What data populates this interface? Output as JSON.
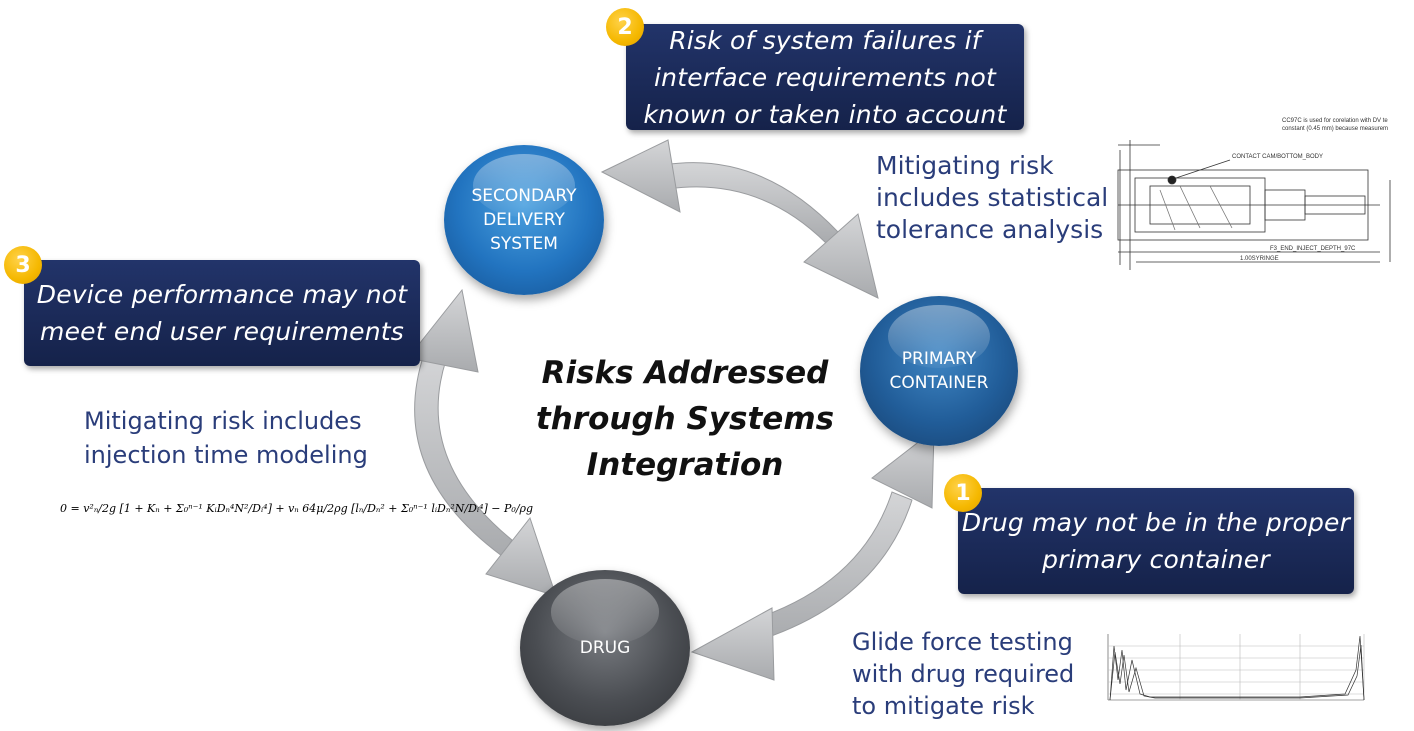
{
  "risks": [
    {
      "number": "1",
      "text": [
        "Drug may not be in the proper",
        "primary container"
      ]
    },
    {
      "number": "2",
      "text": [
        "Risk of system failures if",
        "interface requirements not",
        "known or taken into account"
      ]
    },
    {
      "number": "3",
      "text": [
        "Device performance may not",
        "meet end user requirements"
      ]
    }
  ],
  "nodes": {
    "secondary": [
      "SECONDARY",
      "DELIVERY",
      "SYSTEM"
    ],
    "primary": [
      "PRIMARY",
      "CONTAINER"
    ],
    "drug": [
      "DRUG"
    ]
  },
  "center_title": [
    "Risks Addressed",
    "through Systems",
    "Integration"
  ],
  "mitigations": {
    "tolerance": [
      "Mitigating risk",
      "includes statistical",
      "tolerance analysis"
    ],
    "injection": [
      "Mitigating risk includes",
      "injection time modeling"
    ],
    "glide": [
      "Glide force testing",
      "with drug required",
      "to mitigate risk"
    ]
  },
  "equation": "0 = v²ₙ/2g [1 + Kₙ + Σ₀ⁿ⁻¹ KᵢDₙ⁴N²/Dᵢ⁴] + vₙ 64μ/2ρg [lₙ/Dₙ² + Σ₀ⁿ⁻¹ lᵢDₙ²N/Dᵢ⁴] − P₀/ρg",
  "drawing_labels": {
    "note": [
      "CC97C is used for corelation with DV te",
      "constant (0.45 mm) because measurem"
    ],
    "contact": "CONTACT CAM/BOTTOM_BODY",
    "depth": "F3_END_INJECT_DEPTH_97C",
    "syringe": "1.00SYRINGE"
  },
  "colors": {
    "box": "#1b2a58",
    "badge": "#f5b800",
    "text_blue": "#2a3d7a",
    "arrow": "#bcbec0"
  }
}
